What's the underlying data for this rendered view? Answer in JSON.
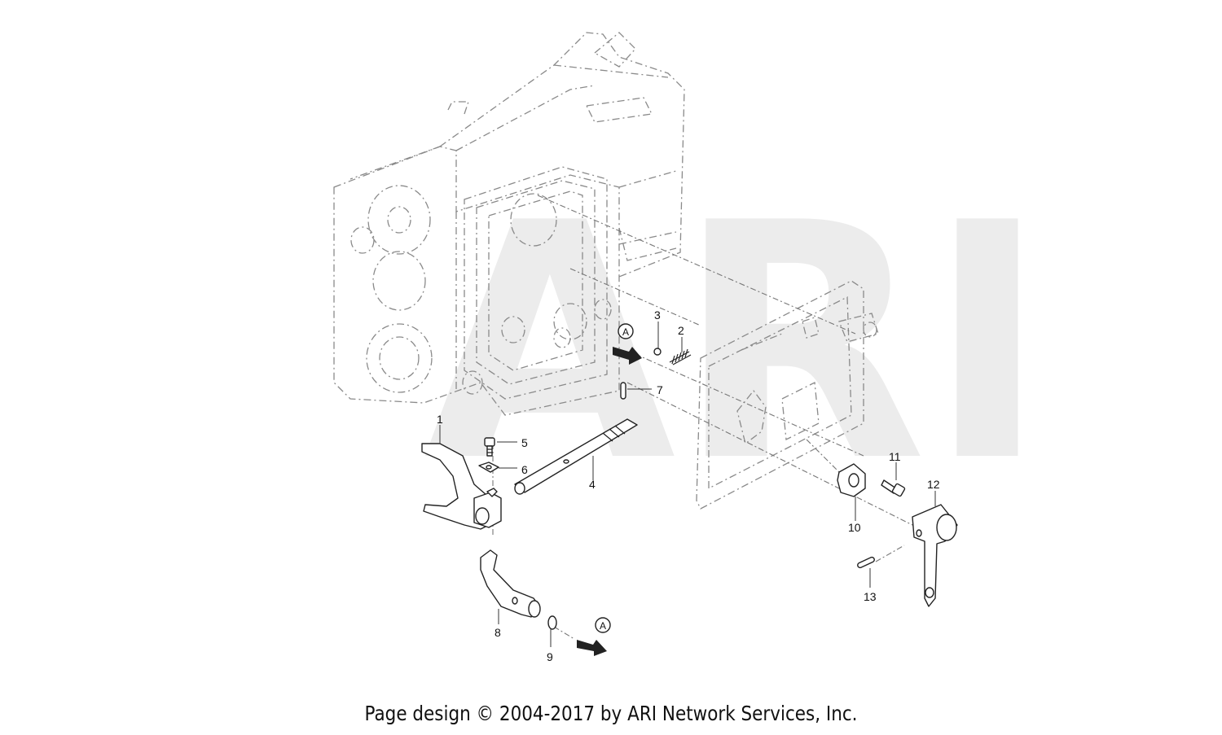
{
  "watermark": "ARI",
  "footer": "Page design © 2004-2017 by ARI Network Services, Inc.",
  "arrow_labels": [
    "A",
    "A"
  ],
  "callouts": [
    "1",
    "2",
    "3",
    "4",
    "5",
    "6",
    "7",
    "8",
    "9",
    "10",
    "11",
    "12",
    "13"
  ]
}
